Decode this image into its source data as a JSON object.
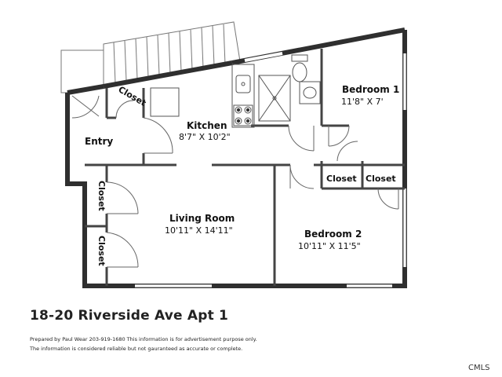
{
  "rooms": {
    "bedroom1": {
      "name": "Bedroom 1",
      "size": "11'8\" X 7'"
    },
    "kitchen": {
      "name": "Kitchen",
      "size": "8'7\" X 10'2\""
    },
    "entry": {
      "name": "Entry"
    },
    "living": {
      "name": "Living Room",
      "size": "10'11\" X 14'11\""
    },
    "bedroom2": {
      "name": "Bedroom 2",
      "size": "10'11\" X 11'5\""
    }
  },
  "closets": {
    "entry": "Closet",
    "bedroom2_left": "Closet",
    "bedroom2_right": "Closet",
    "living_top": "Closet",
    "living_bottom": "Closet"
  },
  "address": "18-20 Riverside Ave Apt 1",
  "notes": {
    "prepared_by": "Prepared by Paul Wear 203-919-1680 This information is for advertisement purpose only.",
    "disclaimer": "The information is considered reliable but not gauranteed as accurate or complete."
  },
  "watermark": "CMLS",
  "colors": {
    "wall": "#2f2f2f",
    "line": "#555555",
    "background": "#ffffff"
  }
}
